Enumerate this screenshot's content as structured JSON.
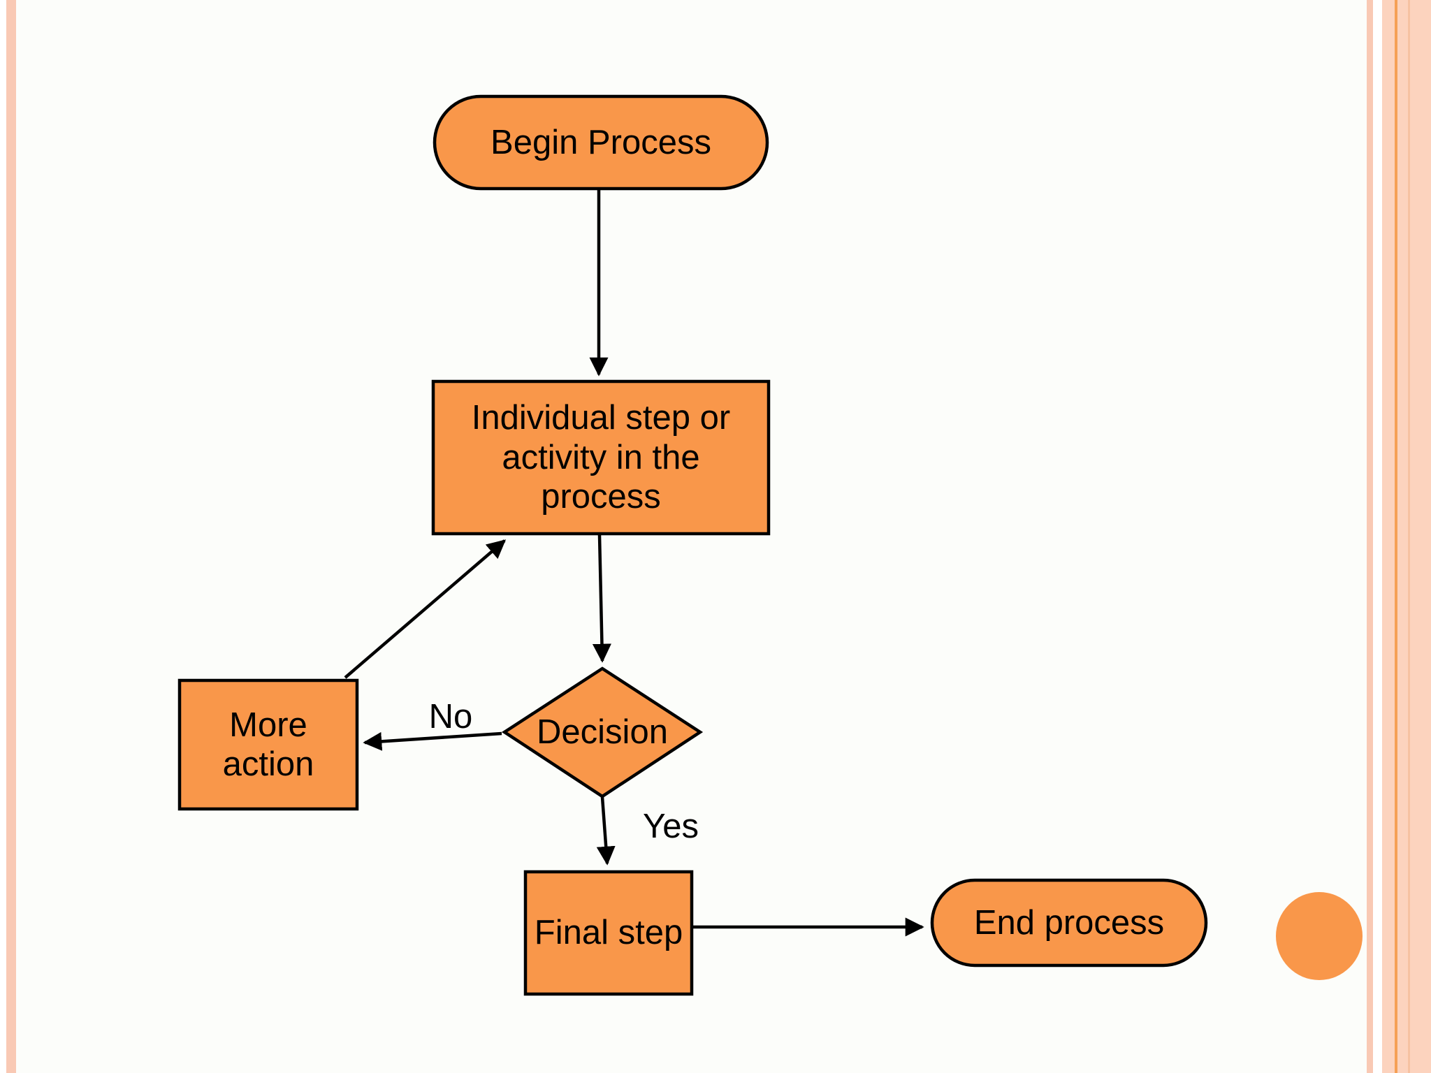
{
  "slide": {
    "background_color": "#fcfdfa",
    "accent_fill_color": "#f9974a",
    "outline_color": "#000000",
    "border": {
      "left_stripe_color": "#f9c9b4",
      "right_stripe_color": "#f9c9b4",
      "right_panel_color": "#fcd3be",
      "right_accent_line_color": "#f5a055",
      "right_subtle_line_color": "#f6c2a2"
    },
    "decoration": {
      "circle_color": "#f9974a"
    }
  },
  "flowchart": {
    "nodes": [
      {
        "id": "begin",
        "shape": "terminator",
        "label": "Begin Process"
      },
      {
        "id": "step",
        "shape": "process",
        "label": "Individual step or activity in the process"
      },
      {
        "id": "decision",
        "shape": "decision",
        "label": "Decision"
      },
      {
        "id": "more-action",
        "shape": "process",
        "label": "More action"
      },
      {
        "id": "final-step",
        "shape": "process",
        "label": "Final step"
      },
      {
        "id": "end",
        "shape": "terminator",
        "label": "End process"
      }
    ],
    "edges": [
      {
        "from": "begin",
        "to": "step",
        "label": ""
      },
      {
        "from": "step",
        "to": "decision",
        "label": ""
      },
      {
        "from": "decision",
        "to": "more-action",
        "label": "No"
      },
      {
        "from": "more-action",
        "to": "step",
        "label": ""
      },
      {
        "from": "decision",
        "to": "final-step",
        "label": "Yes"
      },
      {
        "from": "final-step",
        "to": "end",
        "label": ""
      }
    ]
  }
}
